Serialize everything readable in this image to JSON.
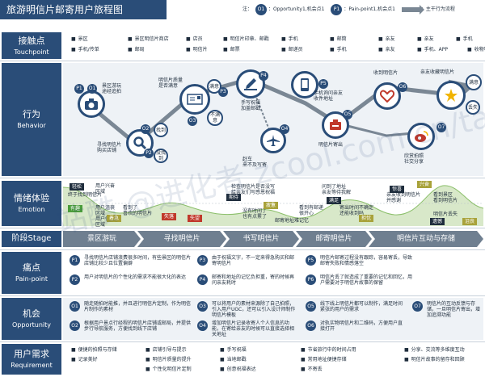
{
  "title": "旅游明信片邮寄用户旅程图",
  "legend": {
    "prefix": "注：",
    "opp_badge": "O1",
    "opp_text": "：Opportunity1,机会点1",
    "pain_badge": "P1",
    "pain_text": "：Pain-point1,机会点1",
    "arrow_text": "：主干行为流程"
  },
  "rows": {
    "touchpoint": {
      "cn": "接触点",
      "en": "Touchpoint"
    },
    "behavior": {
      "cn": "行为",
      "en": "Behavior"
    },
    "emotion": {
      "cn": "情绪体验",
      "en": "Emotion"
    },
    "stage": {
      "cn": "阶段Stage"
    },
    "painpoint": {
      "cn": "痛点",
      "en": "Pain-point"
    },
    "opportunity": {
      "cn": "机会",
      "en": "Opportunity"
    },
    "requirement": {
      "cn": "用户需求",
      "en": "Requirement"
    }
  },
  "touchpoints": {
    "row1": [
      "景区",
      "景区明信片商店",
      "店员",
      "明信片印章、邮戳",
      "手机",
      "邮筒",
      "亲友",
      "亲友",
      "手机"
    ],
    "row2": [
      "手机/传单",
      "邮局",
      "明信片",
      "邮票",
      "邮递员",
      "手机",
      "亲友",
      "手机、APP",
      "收物物"
    ]
  },
  "behavior": {
    "nodes": {
      "n1": "景区游玩\n途经追拍",
      "n2": "寻找明信片\n购买店铺",
      "n3": "明信片质量\n是否满意",
      "n4": "满意",
      "n5": "不满意",
      "n6": "手写祝福\n加盖邮戳",
      "n7": "赶车\n来不及写寄",
      "n8": "手机询问亲友\n收件地址",
      "n9": "明信片寄出",
      "n10": "收到明信片",
      "n11": "亲友收藏明信片",
      "n12": "欣赏拍照\n社交分享",
      "n13": "找到",
      "n14": "没找到",
      "n15": "满意",
      "n16": "丢失"
    },
    "badges": [
      "P1",
      "O1",
      "P2",
      "O2",
      "P3",
      "O3",
      "P4",
      "O4",
      "P5",
      "O5",
      "O6",
      "O7"
    ]
  },
  "emotion": {
    "labels": [
      "用户兴奋\n区域",
      "用户沮丧\n区域",
      "用户低落\n区域",
      "终于找到明信片",
      "看到了\n喜欢的明信片",
      "检查明信片是否没写\n给亲友们写感恩祝福",
      "没有时间了\n也有点累了",
      "邮寄地址难记忆",
      "问到了地址\n亲友等待我解",
      "看到有邮递\n很开心",
      "寄出时间不确定\n还能收到吗",
      "亲友收到明信片\n并感谢",
      "明信片丢失",
      "看到景区\n看到明信片"
    ],
    "tags": [
      "轻松",
      "有趣",
      "着急",
      "失落",
      "失望",
      "期待",
      "疲惫",
      "满足",
      "惊喜",
      "担忧",
      "兴奋",
      "遗憾",
      "沮丧"
    ]
  },
  "stages": [
    "景区游玩",
    "寻找明信片",
    "书写明信片",
    "邮寄明信片",
    "明信片互动与存储"
  ],
  "painpoints": [
    {
      "badge": "P1",
      "text": "寻找明信片店铺浪费很多时间，有些景区的明信片店铺比较少且位置偏僻"
    },
    {
      "badge": "P2",
      "text": "用户对明信片的个性化的需求不能很大化的表达"
    },
    {
      "badge": "P3",
      "text": "由于祝福文字，不一定来得急购买和邮寄明信片"
    },
    {
      "badge": "P4",
      "text": "邮寄和地址的记忆负担重，寄的时候再问亲友耗时"
    },
    {
      "badge": "P5",
      "text": "明信片邮寄过程没有跟踪，容易寄丢，导致邮寄失败和情感落空"
    },
    {
      "badge": "P6",
      "text": "明信片丢了就造成了重要的记忆和回忆，用户需要对于明信片故事的保留"
    }
  ],
  "opportunities": [
    {
      "badge": "O1",
      "text": "随走随拍时能推，并且进行明信片定制，作为明信片制作的素材"
    },
    {
      "badge": "O2",
      "text": "根据用户景点行经程的明信片店铺或邮局，并提供步行导航服务，方便找到线下店铺"
    },
    {
      "badge": "O3",
      "text": "可以将用户的素材来源除了自己拍照，引入用户UGC，还可以引入设计师制作明信片模板"
    },
    {
      "badge": "O4",
      "text": "增加明信片记录收寄人个人信息的功能，在寄给亲友的时候可以直接选择相关地址"
    },
    {
      "badge": "O5",
      "text": "线下线上明信片都可以制作，满足时间紧张的用户的需求"
    },
    {
      "badge": "O6",
      "text": "对轨实物明信片和二维码，方便用户直接打开"
    },
    {
      "badge": "O7",
      "text": "明信片的互动反馈与存储，一旦明信片寄出，增加追溯功能"
    }
  ],
  "requirements": {
    "row1": [
      "便捷的拍照与存储",
      "店铺引导与提示",
      "手写祝福",
      "节省旅行中的时间占用",
      "分享、交流等多维度互动"
    ],
    "row2": [
      "记录美好",
      "明信片质量的提升",
      "当地邮戳",
      "常用地址便捷存储",
      "明信片故事的留存和回顾"
    ],
    "row3": [
      "个性化明信片定制",
      "创意祝福表达",
      "不寄丢"
    ]
  },
  "watermark": "站酷 @进化者 zcool.com.cn/tangjin",
  "colors": {
    "primary": "#2a4d78",
    "stage": "#6f7f90",
    "band": "#eef2f6"
  }
}
